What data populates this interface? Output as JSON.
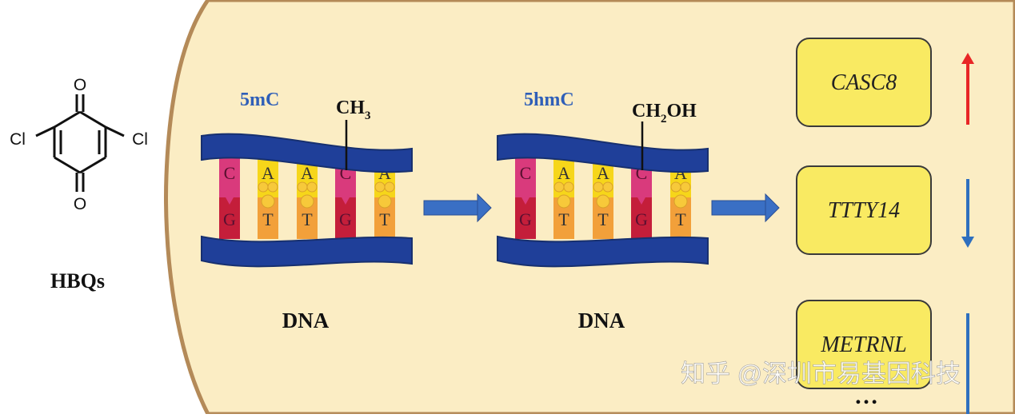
{
  "compound": {
    "name": "HBQs",
    "substituent_left": "Cl",
    "substituent_right": "Cl",
    "oxygen_top": "O",
    "oxygen_bottom": "O"
  },
  "dna_left": {
    "mark_label": "5mC",
    "group_label": "CH",
    "group_sub": "3",
    "caption": "DNA",
    "base_pairs": [
      {
        "top": "C",
        "bottom": "G"
      },
      {
        "top": "A",
        "bottom": "T"
      },
      {
        "top": "A",
        "bottom": "T"
      },
      {
        "top": "C",
        "bottom": "G"
      },
      {
        "top": "A",
        "bottom": "T"
      }
    ]
  },
  "dna_right": {
    "mark_label": "5hmC",
    "group_label": "CH",
    "group_sub": "2",
    "group_suffix": "OH",
    "caption": "DNA",
    "base_pairs": [
      {
        "top": "C",
        "bottom": "G"
      },
      {
        "top": "A",
        "bottom": "T"
      },
      {
        "top": "A",
        "bottom": "T"
      },
      {
        "top": "C",
        "bottom": "G"
      },
      {
        "top": "A",
        "bottom": "T"
      }
    ]
  },
  "genes": [
    {
      "name": "CASC8",
      "direction": "up"
    },
    {
      "name": "TTTY14",
      "direction": "down"
    },
    {
      "name": "METRNL",
      "direction": "down"
    }
  ],
  "ellipsis": "…",
  "watermark": "知乎 @深圳市易基因科技",
  "colors": {
    "cell_fill": "#fbedc4",
    "cell_border": "#b48a58",
    "strand": "#1f3f99",
    "strand_edge": "#17306f",
    "cytosine": "#d93a7c",
    "guanine": "#c41e3a",
    "adenine": "#f6d61a",
    "thymine": "#f2a03a",
    "arrow_blue": "#3a6fc4",
    "gene_box": "#f9ea62",
    "up_arrow": "#e82626",
    "down_arrow": "#2e6fbe",
    "label_blue": "#2f5fb8"
  }
}
